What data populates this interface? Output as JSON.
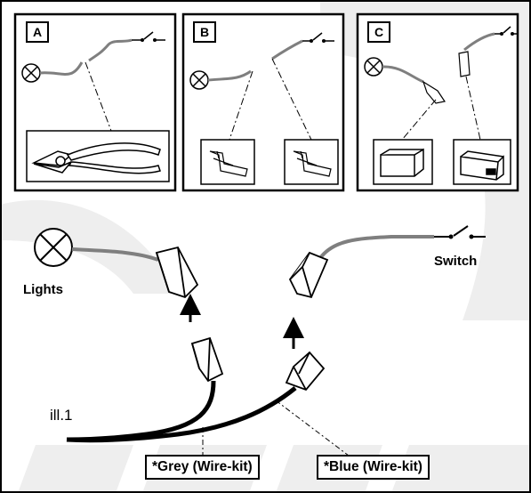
{
  "panels": [
    {
      "letter": "A"
    },
    {
      "letter": "B"
    },
    {
      "letter": "C"
    }
  ],
  "labels": {
    "lights": "Lights",
    "switch": "Switch",
    "ill": "ill.1",
    "grey": "*Grey (Wire-kit)",
    "blue": "*Blue (Wire-kit)"
  },
  "colors": {
    "line": "#000000",
    "wire": "#7f7f7f",
    "watermark": "#efefef"
  }
}
